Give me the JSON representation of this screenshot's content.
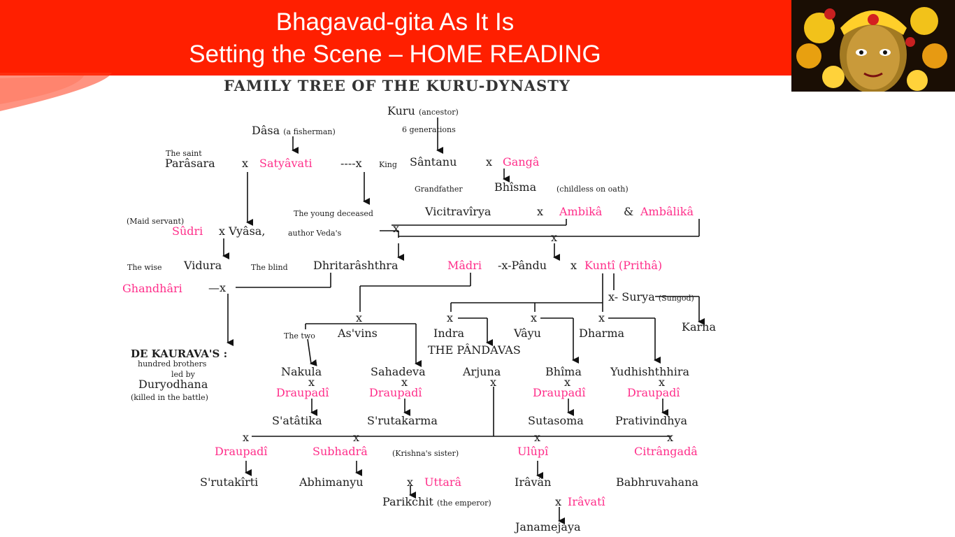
{
  "header": {
    "title_line1": "Bhagavad-gita As It Is",
    "title_line2": "Setting the Scene – HOME READING",
    "banner_color": "#ff1f00",
    "image_icon": "krishna-deity-icon"
  },
  "tree": {
    "title": "FAMILY TREE OF THE KURU-DYNASTY",
    "kuru": "Kuru",
    "kuru_note": "(ancestor)",
    "generations": "6 generations",
    "dasa": "Dâsa",
    "dasa_note": "(a fisherman)",
    "saint_prefix": "The saint",
    "parasara": "Parâsara",
    "x": "x",
    "satyavati": "Satyâvati",
    "dash_x": "----x",
    "king_prefix": "King",
    "santanu": "Sântanu",
    "ganga": "Gangâ",
    "grandfather_prefix": "Grandfather",
    "bhisma": "Bhîsma",
    "bhisma_note": "(childless on oath)",
    "young_prefix": "The young deceased",
    "vicitravirya": "Vicitravîrya",
    "ambika": "Ambikâ",
    "amp": "&",
    "ambalika": "Ambâlikâ",
    "maid_prefix": "(Maid servant)",
    "sudri": "Sûdri",
    "x_vyasa": "x Vyâsa,",
    "vyasa_note": "author Veda's",
    "wise_prefix": "The wise",
    "vidura": "Vidura",
    "blind_prefix": "The blind",
    "dhritarashthra": "Dhritarâshthra",
    "madri": "Mâdri",
    "pandu": "-x-Pându",
    "kunti": "Kuntî (Prithâ)",
    "ghandhari": "Ghandhâri",
    "ghandhari_x": "—x",
    "surya": "x- Surya",
    "surya_note": "(Sungod)",
    "karna": "Karna",
    "aswins_prefix": "The two",
    "aswins": "As'vins",
    "indra": "Indra",
    "vayu": "Vâyu",
    "dharma": "Dharma",
    "pandavas": "THE PÂNDAVAS",
    "kauravas_title": "DE KAURAVA'S :",
    "kauravas_line1": "hundred brothers",
    "kauravas_line2": "led by",
    "duryodhana": "Duryodhana",
    "duryodhana_note": "(killed in the battle)",
    "nakula": "Nakula",
    "sahadeva": "Sahadeva",
    "arjuna": "Arjuna",
    "bhima": "Bhîma",
    "yudhishthira": "Yudhishthhira",
    "draupadi": "Draupadî",
    "satatika": "S'atâtika",
    "srutakarma": "S'rutakarma",
    "sutasoma": "Sutasoma",
    "prativindhya": "Prativindhya",
    "subhadra": "Subhadrâ",
    "subhadra_note": "(Krishna's sister)",
    "ulupi": "Ulûpî",
    "citrangada": "Citrângadâ",
    "srutakirti": "S'rutakîrti",
    "abhimanyu": "Abhimanyu",
    "uttara": "Uttarâ",
    "iravan": "Irâvân",
    "babhruvahana": "Babhruvahana",
    "parikchit": "Parikchit",
    "parikchit_note": "(the emperor)",
    "iravati": "Irâvatî",
    "janamejaya": "Janamejaya",
    "accent_color": "#ff2e8a"
  }
}
